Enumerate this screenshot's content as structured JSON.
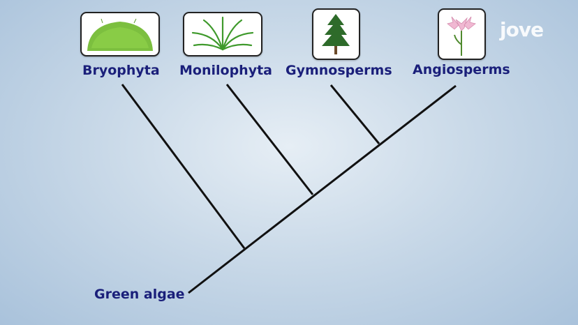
{
  "taxa": [
    {
      "label": "Bryophyta",
      "icon": "moss-icon"
    },
    {
      "label": "Monilophyta",
      "icon": "fern-icon"
    },
    {
      "label": "Gymnosperms",
      "icon": "conifer-tree-icon"
    },
    {
      "label": "Angiosperms",
      "icon": "lily-flower-icon"
    }
  ],
  "root": {
    "label": "Green algae"
  },
  "brand": {
    "logo_text": "jove"
  },
  "colors": {
    "label": "#1a1f7a",
    "branch": "#111111",
    "moss": "#7cbf3f",
    "fern": "#3f9a2c",
    "tree": "#2e6b2a",
    "flower": "#f0b8d2"
  }
}
